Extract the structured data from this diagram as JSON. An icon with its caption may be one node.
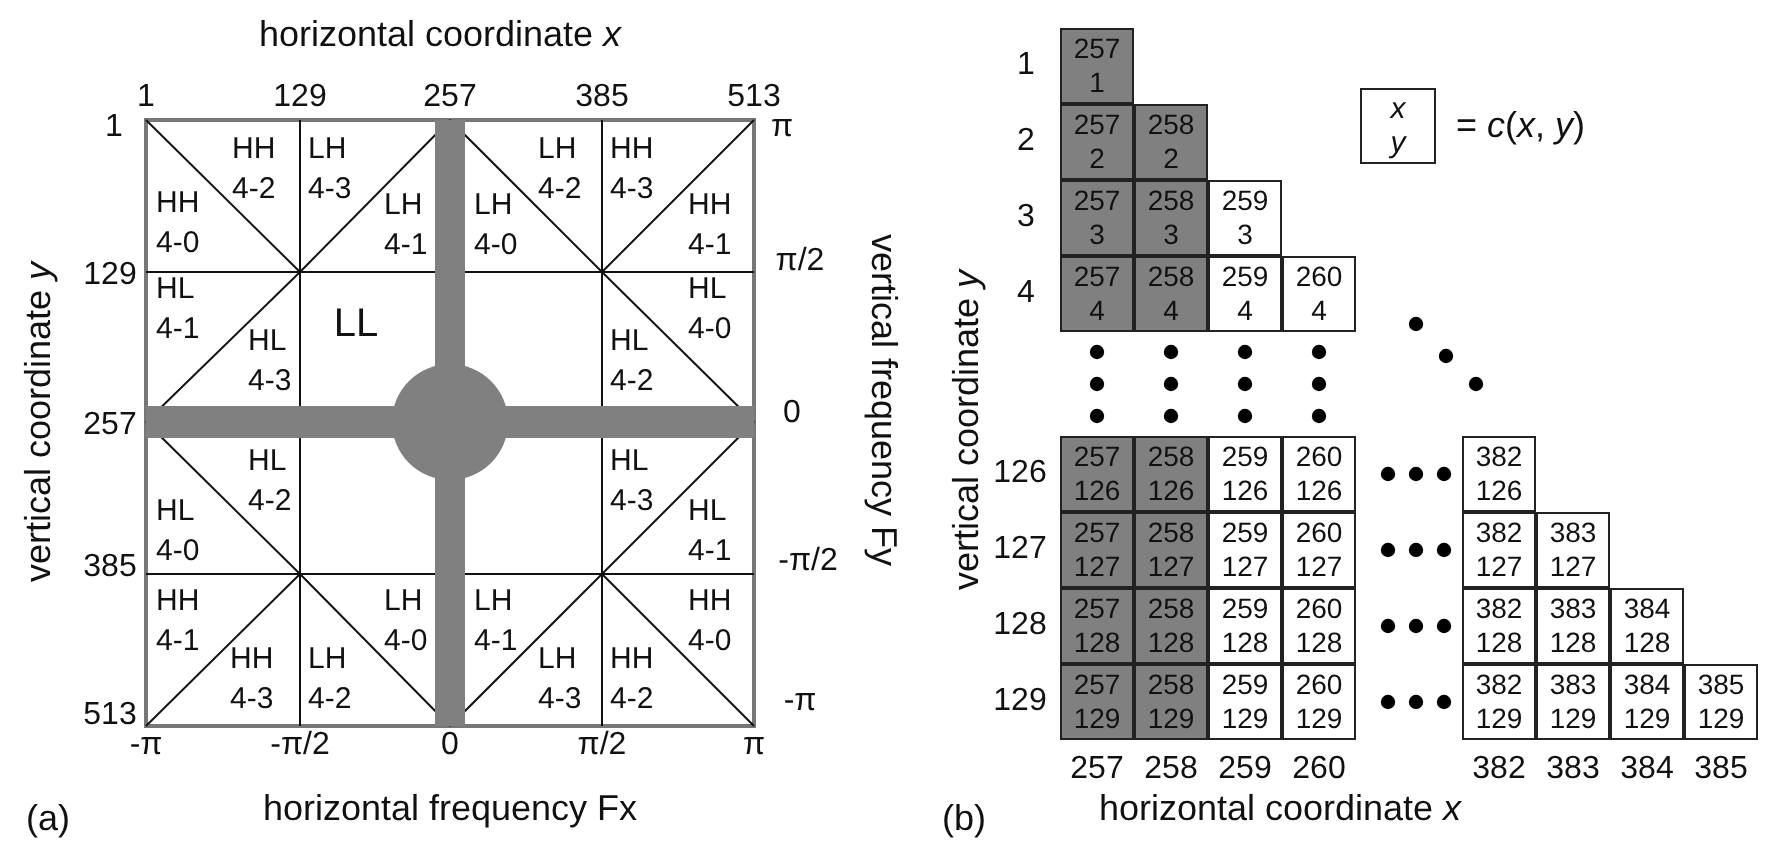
{
  "diagram": {
    "nodes": [
      {
        "text": [
          "257",
          "1"
        ]
      },
      {
        "text": [
          "257",
          "2"
        ]
      },
      {
        "text": [
          "258",
          "2"
        ]
      },
      {
        "text": [
          "257",
          "3"
        ]
      },
      {
        "text": [
          "258",
          "3"
        ]
      },
      {
        "text": [
          "259",
          "3"
        ]
      },
      {
        "text": [
          "257",
          "4"
        ]
      },
      {
        "text": [
          "258",
          "4"
        ]
      },
      {
        "text": [
          "259",
          "4"
        ]
      },
      {
        "text": [
          "260",
          "4"
        ]
      },
      {
        "text": [
          "257",
          "126"
        ]
      },
      {
        "text": [
          "258",
          "126"
        ]
      },
      {
        "text": [
          "259",
          "126"
        ]
      },
      {
        "text": [
          "260",
          "126"
        ]
      },
      {
        "text": [
          "382",
          "126"
        ]
      },
      {
        "text": [
          "257",
          "127"
        ]
      },
      {
        "text": [
          "258",
          "127"
        ]
      },
      {
        "text": [
          "259",
          "127"
        ]
      },
      {
        "text": [
          "260",
          "127"
        ]
      },
      {
        "text": [
          "382",
          "127"
        ]
      },
      {
        "text": [
          "383",
          "127"
        ]
      },
      {
        "text": [
          "257",
          "128"
        ]
      },
      {
        "text": [
          "258",
          "128"
        ]
      },
      {
        "text": [
          "259",
          "128"
        ]
      },
      {
        "text": [
          "260",
          "128"
        ]
      },
      {
        "text": [
          "382",
          "128"
        ]
      },
      {
        "text": [
          "383",
          "128"
        ]
      },
      {
        "text": [
          "384",
          "128"
        ]
      },
      {
        "text": [
          "257",
          "129"
        ]
      },
      {
        "text": [
          "258",
          "129"
        ]
      },
      {
        "text": [
          "259",
          "129"
        ]
      },
      {
        "text": [
          "260",
          "129"
        ]
      },
      {
        "text": [
          "382",
          "129"
        ]
      },
      {
        "text": [
          "383",
          "129"
        ]
      },
      {
        "text": [
          "384",
          "129"
        ]
      },
      {
        "text": [
          "385",
          "129"
        ]
      },
      {
        "text": [
          "x",
          "y"
        ],
        "beside": [
          "= *c*(*x*, *y*)"
        ]
      }
    ],
    "labels": [
      "horizontal coordinate *x*",
      "1",
      "129",
      "257",
      "385",
      "513",
      "1",
      "HH 4-2",
      "LH 4-3",
      "LH 4-2",
      "HH 4-3",
      "π",
      "HH 4-0",
      "LH 4-1",
      "LH 4-0",
      "HH 4-1",
      "129",
      "π/2",
      "HL 4-1",
      "LL",
      "HL 4-0",
      "HL 4-3",
      "HL 4-2",
      "vertical coordinate *y*",
      "257",
      "0",
      "HL 4-2",
      "HL 4-3",
      "HL 4-0",
      "HL 4-1",
      "385",
      "-π/2",
      "HH 4-1",
      "LH 4-0",
      "LH 4-1",
      "HH 4-0",
      "HH 4-3",
      "LH 4-2",
      "LH 4-3",
      "HH 4-2",
      "-π",
      "513",
      "-π",
      "-π/2",
      "0",
      "π/2",
      "π",
      "(a)",
      "horizontal frequency Fx",
      "vertical frequency Fy",
      "1",
      "2",
      "3",
      "4",
      "126",
      "127",
      "128",
      "129",
      "vertical coordinate *y*",
      "257",
      "258",
      "259",
      "260",
      "382",
      "383",
      "384",
      "385",
      "(b)",
      "horizontal coordinate *x*"
    ]
  }
}
